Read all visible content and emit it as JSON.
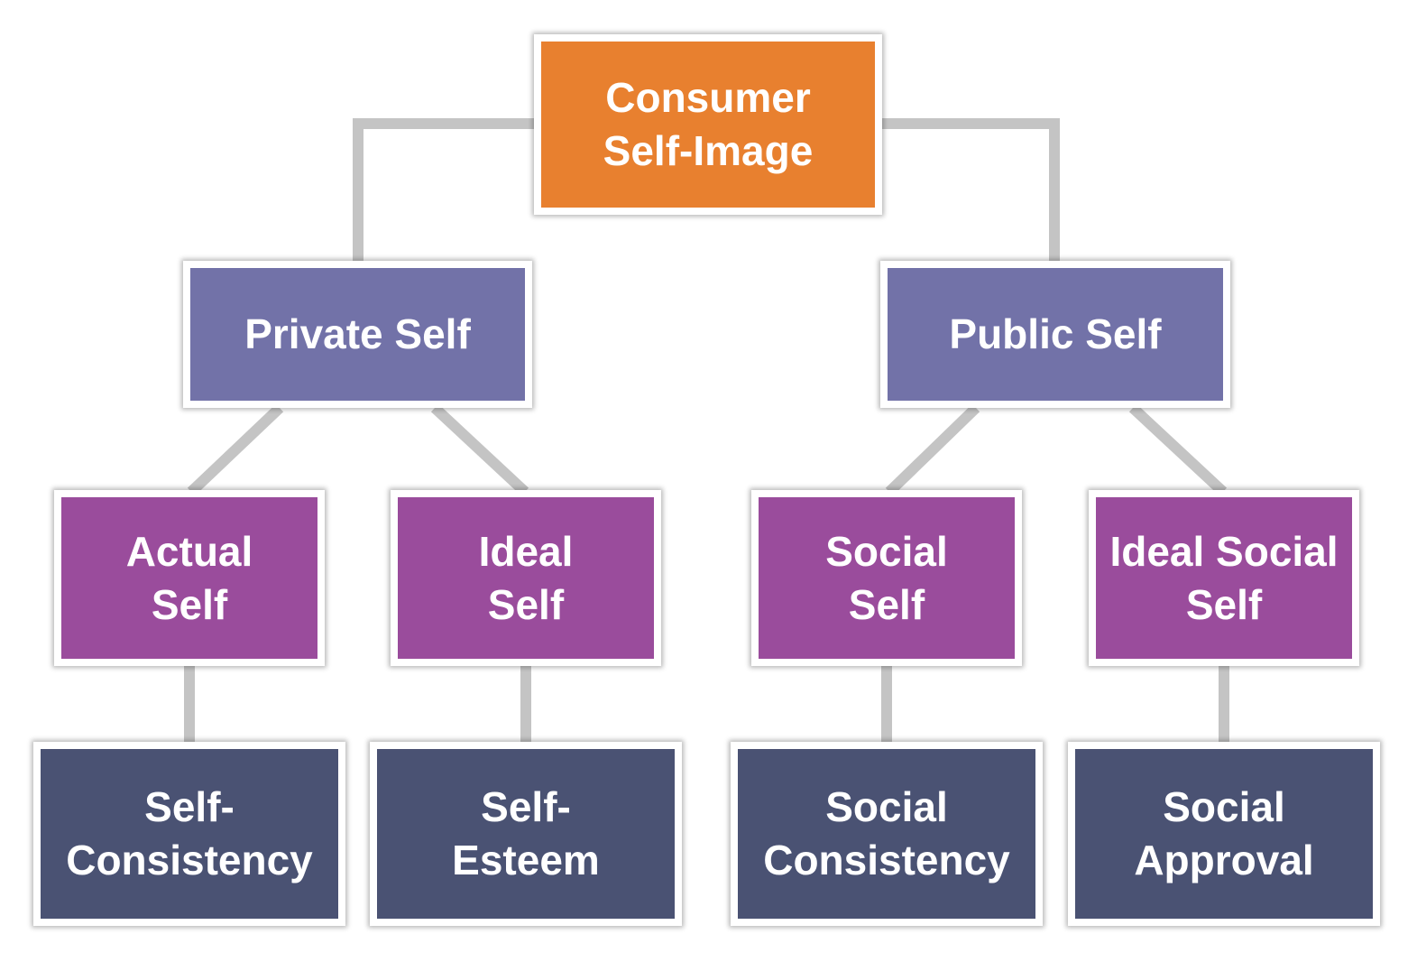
{
  "diagram": {
    "root": {
      "label": "Consumer\nSelf-Image"
    },
    "private_self": {
      "label": "Private Self"
    },
    "public_self": {
      "label": "Public Self"
    },
    "actual_self": {
      "label": "Actual\nSelf"
    },
    "ideal_self": {
      "label": "Ideal\nSelf"
    },
    "social_self": {
      "label": "Social\nSelf"
    },
    "ideal_social_self": {
      "label": "Ideal Social\nSelf"
    },
    "self_consistency": {
      "label": "Self-\nConsistency"
    },
    "self_esteem": {
      "label": "Self-\nEsteem"
    },
    "social_consistency": {
      "label": "Social\nConsistency"
    },
    "social_approval": {
      "label": "Social\nApproval"
    }
  },
  "colors": {
    "root": "#e8802f",
    "level1": "#7272a8",
    "level2": "#9a4c9c",
    "level3": "#4a5273",
    "connector": "#c4c4c4"
  }
}
